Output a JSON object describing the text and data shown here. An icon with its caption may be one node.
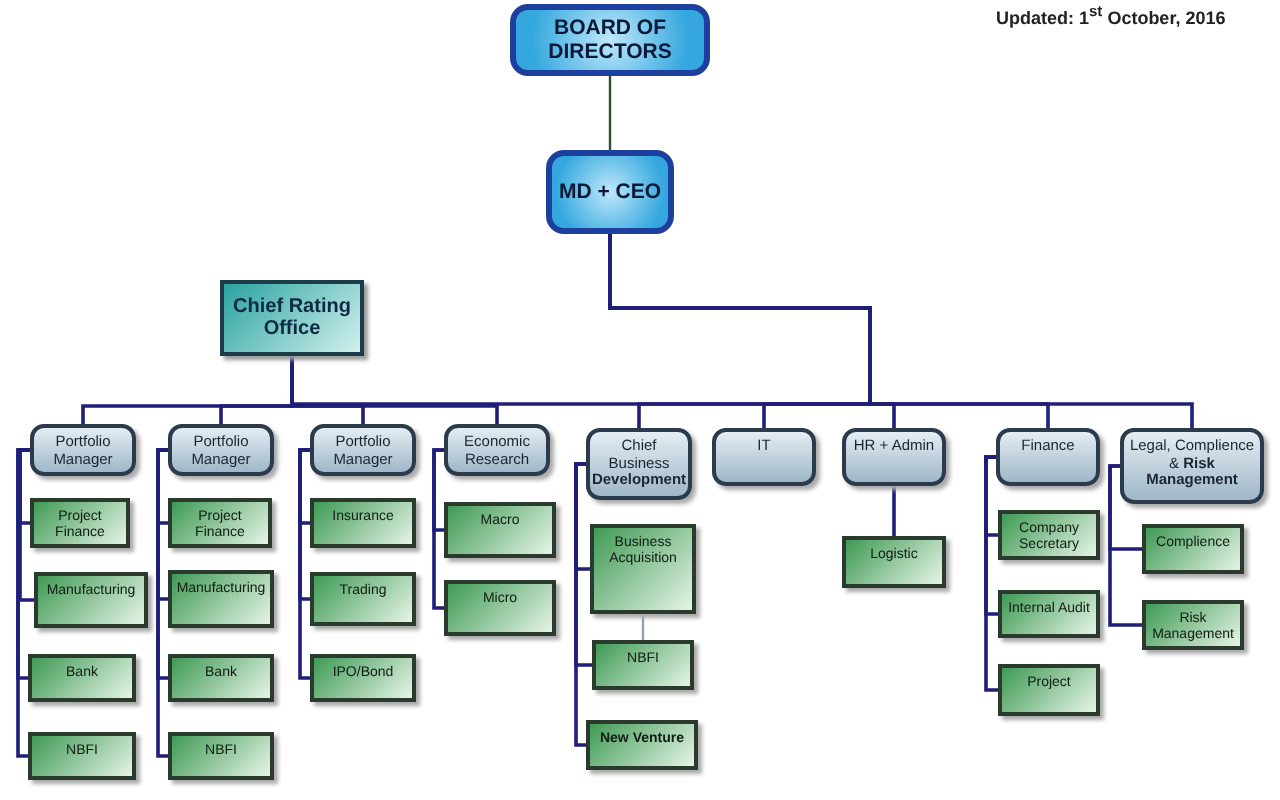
{
  "diagram": {
    "nodes": [
      {
        "text": [
          "BOARD OF DIRECTORS"
        ]
      },
      {
        "text": [
          "MD + CEO"
        ]
      },
      {
        "text": [
          "Chief Rating Office"
        ]
      },
      {
        "text": [
          "Portfolio Manager"
        ]
      },
      {
        "text": [
          "Portfolio Manager"
        ]
      },
      {
        "text": [
          "Portfolio Manager"
        ]
      },
      {
        "text": [
          "Economic Research"
        ]
      },
      {
        "text": [
          "Chief Business **Development**"
        ]
      },
      {
        "text": [
          "IT"
        ]
      },
      {
        "text": [
          "HR + Admin"
        ]
      },
      {
        "text": [
          "Finance"
        ]
      },
      {
        "text": [
          "Legal, Complience & **Risk Management**"
        ]
      },
      {
        "text": [
          "Project Finance"
        ]
      },
      {
        "text": [
          "Manufacturing"
        ]
      },
      {
        "text": [
          "Bank"
        ]
      },
      {
        "text": [
          "NBFI"
        ]
      },
      {
        "text": [
          "Project Finance"
        ]
      },
      {
        "text": [
          "Manufacturing"
        ]
      },
      {
        "text": [
          "Bank"
        ]
      },
      {
        "text": [
          "NBFI"
        ]
      },
      {
        "text": [
          "Insurance"
        ]
      },
      {
        "text": [
          "Trading"
        ]
      },
      {
        "text": [
          "IPO/Bond"
        ]
      },
      {
        "text": [
          "Macro"
        ]
      },
      {
        "text": [
          "Micro"
        ]
      },
      {
        "text": [
          "Business Acquisition"
        ]
      },
      {
        "text": [
          "NBFI"
        ]
      },
      {
        "text": [
          "New Venture"
        ]
      },
      {
        "text": [
          "Logistic"
        ]
      },
      {
        "text": [
          "Company Secretary"
        ]
      },
      {
        "text": [
          "Internal Audit"
        ]
      },
      {
        "text": [
          "Project"
        ]
      },
      {
        "text": [
          "Complience"
        ]
      },
      {
        "text": [
          "Risk Management"
        ]
      }
    ],
    "edges": [
      {
        "from": 0,
        "to": 1,
        "arrow": "none",
        "color": "#2f4f2f"
      },
      {
        "from": 1,
        "to": 2,
        "arrow": "none"
      },
      {
        "from": 1,
        "to": 7,
        "arrow": "none"
      },
      {
        "from": 1,
        "to": 8,
        "arrow": "none"
      },
      {
        "from": 1,
        "to": 9,
        "arrow": "none"
      },
      {
        "from": 1,
        "to": 10,
        "arrow": "none"
      },
      {
        "from": 1,
        "to": 11,
        "arrow": "none"
      },
      {
        "from": 2,
        "to": 3,
        "arrow": "none"
      },
      {
        "from": 2,
        "to": 4,
        "arrow": "none"
      },
      {
        "from": 2,
        "to": 5,
        "arrow": "none"
      },
      {
        "from": 2,
        "to": 6,
        "arrow": "none"
      },
      {
        "from": 3,
        "to": 12,
        "arrow": "none"
      },
      {
        "from": 3,
        "to": 13,
        "arrow": "none"
      },
      {
        "from": 3,
        "to": 14,
        "arrow": "none"
      },
      {
        "from": 3,
        "to": 15,
        "arrow": "none"
      },
      {
        "from": 4,
        "to": 16,
        "arrow": "none"
      },
      {
        "from": 4,
        "to": 17,
        "arrow": "none"
      },
      {
        "from": 4,
        "to": 18,
        "arrow": "none"
      },
      {
        "from": 4,
        "to": 19,
        "arrow": "none"
      },
      {
        "from": 5,
        "to": 20,
        "arrow": "none"
      },
      {
        "from": 5,
        "to": 21,
        "arrow": "none"
      },
      {
        "from": 5,
        "to": 22,
        "arrow": "none"
      },
      {
        "from": 6,
        "to": 23,
        "arrow": "none"
      },
      {
        "from": 6,
        "to": 24,
        "arrow": "none"
      },
      {
        "from": 7,
        "to": 25,
        "arrow": "none"
      },
      {
        "from": 7,
        "to": 26,
        "arrow": "none"
      },
      {
        "from": 7,
        "to": 27,
        "arrow": "none"
      },
      {
        "from": 25,
        "to": 26,
        "arrow": "none",
        "color": "#8fa3b3"
      },
      {
        "from": 9,
        "to": 28,
        "arrow": "none"
      },
      {
        "from": 10,
        "to": 29,
        "arrow": "none"
      },
      {
        "from": 10,
        "to": 30,
        "arrow": "none"
      },
      {
        "from": 10,
        "to": 31,
        "arrow": "none"
      },
      {
        "from": 11,
        "to": 32,
        "arrow": "none"
      },
      {
        "from": 11,
        "to": 33,
        "arrow": "none"
      }
    ],
    "labels": [
      "Updated: 1$^{st}$ October, 2016"
    ]
  }
}
